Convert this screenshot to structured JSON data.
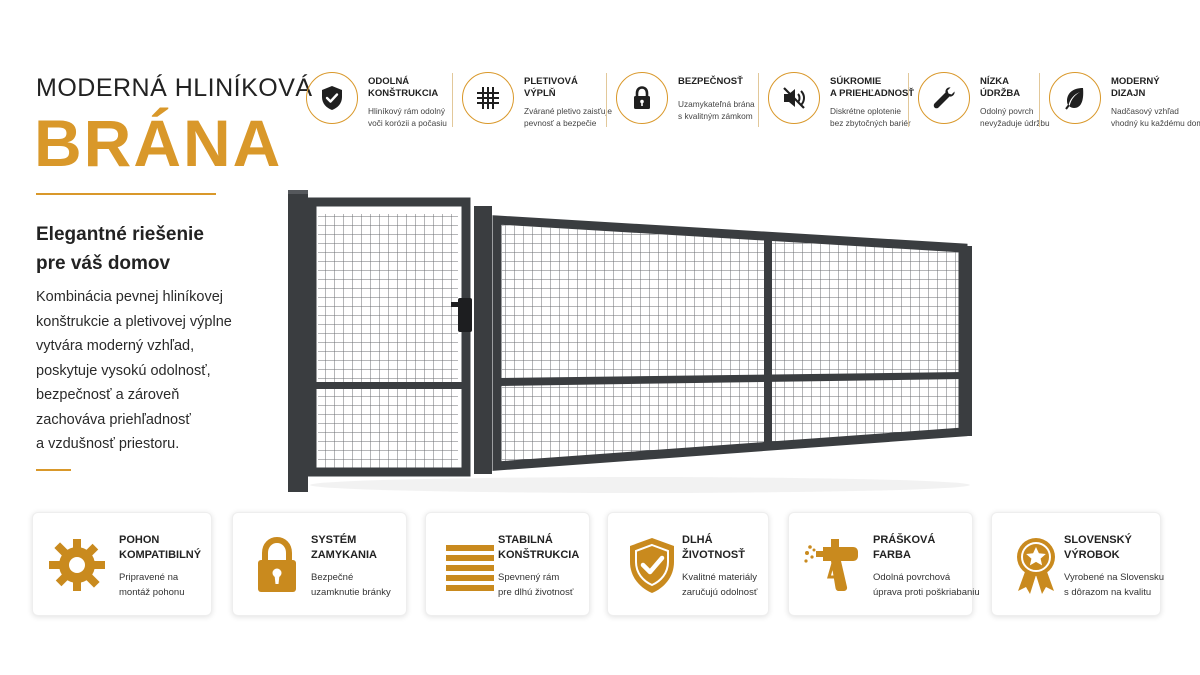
{
  "heading": {
    "eyebrow": "MODERNÁ HLINÍKOVÁ",
    "title": "BRÁNA",
    "subtitle_lines": [
      "Elegantné riešenie",
      "pre váš domov"
    ],
    "paragraph_lines": [
      "Kombinácia pevnej hliníkovej",
      "konštrukcie a pletivovej výplne",
      "vytvára moderný vzhľad,",
      "poskytuje vysokú odolnosť,",
      "bezpečnosť a zároveň",
      "zachováva priehľadnosť",
      "a vzdušnosť priestoru."
    ]
  },
  "top_features": [
    {
      "icon": "shield-check-icon",
      "title_lines": [
        "ODOLNÁ",
        "KONŠTRUKCIA"
      ],
      "desc_lines": [
        "Hliníkový rám odolný",
        "voči korózii a počasiu"
      ]
    },
    {
      "icon": "mesh-grid-icon",
      "title_lines": [
        "PLETIVOVÁ",
        "VÝPLŇ"
      ],
      "desc_lines": [
        "Zvárané pletivo zaisťuje",
        "pevnosť a bezpečie"
      ]
    },
    {
      "icon": "padlock-icon",
      "title_lines": [
        "BEZPEČNOSŤ"
      ],
      "desc_lines": [
        "Uzamykateľná brána",
        "s kvalitným zámkom"
      ]
    },
    {
      "icon": "privacy-mute-icon",
      "title_lines": [
        "SÚKROMIE",
        "A PRIEHĽADNOSŤ"
      ],
      "desc_lines": [
        "Diskrétne oplotenie",
        "bez zbytočných bariér"
      ]
    },
    {
      "icon": "wrench-icon",
      "title_lines": [
        "NÍZKA",
        "ÚDRŽBA"
      ],
      "desc_lines": [
        "Odolný povrch",
        "nevyžaduje údržbu"
      ]
    },
    {
      "icon": "leaf-icon",
      "title_lines": [
        "MODERNÝ",
        "DIZAJN"
      ],
      "desc_lines": [
        "Nadčasový vzhľad",
        "vhodný ku každému domu"
      ]
    }
  ],
  "bottom_cards": [
    {
      "icon": "gear-icon",
      "title_lines": [
        "POHON",
        "KOMPATIBILNÝ"
      ],
      "desc_lines": [
        "Pripravené na",
        "montáž pohonu"
      ]
    },
    {
      "icon": "padlock-icon",
      "title_lines": [
        "SYSTÉM",
        "ZAMYKANIA"
      ],
      "desc_lines": [
        "Bezpečné",
        "uzamknutie bránky"
      ]
    },
    {
      "icon": "stacked-bars-icon",
      "title_lines": [
        "STABILNÁ",
        "KONŠTRUKCIA"
      ],
      "desc_lines": [
        "Spevnený rám",
        "pre dlhú životnosť"
      ]
    },
    {
      "icon": "shield-check-icon",
      "title_lines": [
        "DLHÁ",
        "ŽIVOTNOSŤ"
      ],
      "desc_lines": [
        "Kvalitné materiály",
        "zaručujú odolnosť"
      ]
    },
    {
      "icon": "spray-gun-icon",
      "title_lines": [
        "PRÁŠKOVÁ",
        "FARBA"
      ],
      "desc_lines": [
        "Odolná povrchová",
        "úprava proti poškriabaniu"
      ]
    },
    {
      "icon": "award-badge-icon",
      "title_lines": [
        "SLOVENSKÝ",
        "VÝROBOK"
      ],
      "desc_lines": [
        "Vyrobené na Slovensku",
        "s dôrazom na kvalitu"
      ]
    }
  ],
  "colors": {
    "accent": "#d9982a",
    "text_dark": "#222222",
    "gate_frame": "#3a3d40",
    "gate_mesh": "#6b6e72"
  }
}
